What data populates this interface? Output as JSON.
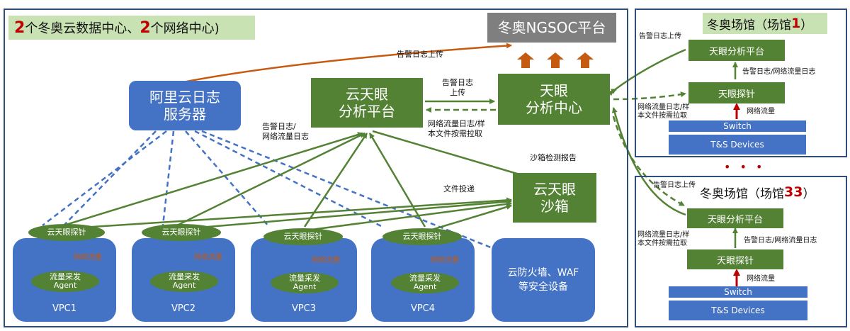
{
  "header": {
    "num1": "2",
    "part1": "个冬奥云数据中心、",
    "num2": "2",
    "part2": "个网络中心)"
  },
  "platform": {
    "label": "冬奥NGSOC平台"
  },
  "aliyun": {
    "line1": "阿里云日志",
    "line2": "服务器"
  },
  "cloud_analysis": {
    "line1": "云天眼",
    "line2": "分析平台"
  },
  "analysis_center": {
    "line1": "天眼",
    "line2": "分析中心"
  },
  "sandbox": {
    "line1": "云天眼",
    "line2": "沙箱"
  },
  "firewall": {
    "line1": "云防火墙、WAF",
    "line2": "等安全设备"
  },
  "labels": {
    "alarm_upload": "告警日志上传",
    "alarm_upload2_l1": "告警日志",
    "alarm_upload2_l2": "上传",
    "alarm_flow_l1": "告警日志/",
    "alarm_flow_l2": "网络流量日志",
    "pull_l1": "网络流量日志/样",
    "pull_l2": "本文件按需拉取",
    "sandbox_report": "沙箱检测报告",
    "file_deliver": "文件投递"
  },
  "vpcs": [
    {
      "probe": "云天眼探针",
      "flow": "网络流量",
      "agent_l1": "流量采发",
      "agent_l2": "Agent",
      "name": "VPC1"
    },
    {
      "probe": "云天眼探针",
      "flow": "网络流量",
      "agent_l1": "流量采发",
      "agent_l2": "Agent",
      "name": "VPC2"
    },
    {
      "probe": "云天眼探针",
      "flow": "网络流量",
      "agent_l1": "流量采发",
      "agent_l2": "Agent",
      "name": "VPC3"
    },
    {
      "probe": "云天眼探针",
      "flow": "网络流量",
      "agent_l1": "流量采发",
      "agent_l2": "Agent",
      "name": "VPC4"
    }
  ],
  "venue1": {
    "title_pre": "冬奥场馆（场馆",
    "title_num": "1",
    "title_post": "）",
    "alarm_upload": "告警日志上传",
    "analysis": "天眼分析平台",
    "alarm_flow": "告警日志/网络流量日志",
    "probe": "天眼探针",
    "pull_l1": "网络流量日志/样",
    "pull_l2": "本文件按需拉取",
    "flow": "网络流量",
    "switch": "Switch",
    "devices": "T&S Devices"
  },
  "ellipsis": "• • •",
  "venue33": {
    "title_pre": "冬奥场馆（场馆",
    "title_num": "33",
    "title_post": "）",
    "alarm_upload": "告警日志上传",
    "analysis": "天眼分析平台",
    "alarm_flow": "告警日志/网络流量日志",
    "probe": "天眼探针",
    "pull_l1": "网络流量日志/样",
    "pull_l2": "本文件按需拉取",
    "flow": "网络流量",
    "switch": "Switch",
    "devices": "T&S Devices"
  }
}
